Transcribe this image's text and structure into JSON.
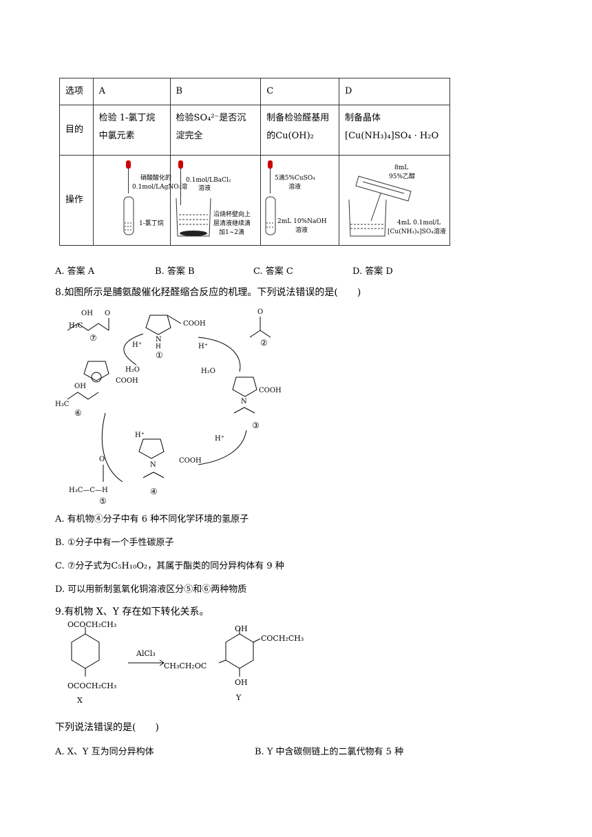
{
  "table": {
    "header": [
      "选项",
      "A",
      "B",
      "C",
      "D"
    ],
    "purpose_label": "目的",
    "purpose": {
      "A": [
        "检验 1-氯丁烷",
        "中氯元素"
      ],
      "B": [
        "检验SO₄²⁻是否沉",
        "淀完全"
      ],
      "C": [
        "制备检验醛基用",
        "的Cu(OH)₂"
      ],
      "D": [
        "制备晶体",
        "[Cu(NH₃)₄]SO₄ · H₂O"
      ]
    },
    "op_label": "操作",
    "op": {
      "A": [
        "硝酸酸化的",
        "0.1mol/LAgNO₃溶",
        "1-氯丁烷"
      ],
      "B": [
        "0.1mol/LBaCl₂",
        "溶液",
        "沿烧杯壁向上",
        "层清液继续滴",
        "加1~2滴"
      ],
      "C": [
        "5滴5%CuSO₄",
        "溶液",
        "2mL 10%NaOH",
        "溶液"
      ],
      "D": [
        "8mL",
        "95%乙醇",
        "4mL 0.1mol/L",
        "[Cu(NH₃)₄]SO₄溶液"
      ]
    }
  },
  "q7_choices": [
    "A. 答案 A",
    "B. 答案 B",
    "C. 答案 C",
    "D. 答案 D"
  ],
  "q8": {
    "stem": "8.如图所示是脯氨酸催化羟醛缩合反应的机理。下列说法错误的是(　　)",
    "labels": {
      "c7": "⑦",
      "c1": "①",
      "c2": "②",
      "c3": "③",
      "c4": "④",
      "c5": "⑤",
      "c6": "⑥",
      "hplus": "H⁺",
      "h2o": "H₂O",
      "cooh": "COOH",
      "nh": "N",
      "h": "H",
      "oh": "OH",
      "h3c": "H₃C",
      "o": "O",
      "ch3": "H₃C—C—H"
    },
    "options": [
      "A. 有机物④分子中有 6 种不同化学环境的氢原子",
      "B. ①分子中有一个手性碳原子",
      "C. ⑦分子式为C₅H₁₀O₂，其属于酯类的同分异构体有 9 种",
      "D. 可以用新制氢氧化铜溶液区分⑤和⑥两种物质"
    ]
  },
  "q9": {
    "stem": "9.有机物 X、Y 存在如下转化关系。",
    "x_sub1": "OCOCH₂CH₃",
    "x_sub2": "OCOCH₂CH₃",
    "x_label": "X",
    "reagent": "AlCl₃",
    "y_oh1": "OH",
    "y_sub": "COCH₂CH₃",
    "y_left": "CH₃CH₂OC",
    "y_oh2": "OH",
    "y_label": "Y",
    "question": "下列说法错误的是(　　)",
    "options": [
      "A. X、Y 互为同分异构体",
      "B. Y 中含碳侧链上的二氯代物有 5 种"
    ]
  }
}
